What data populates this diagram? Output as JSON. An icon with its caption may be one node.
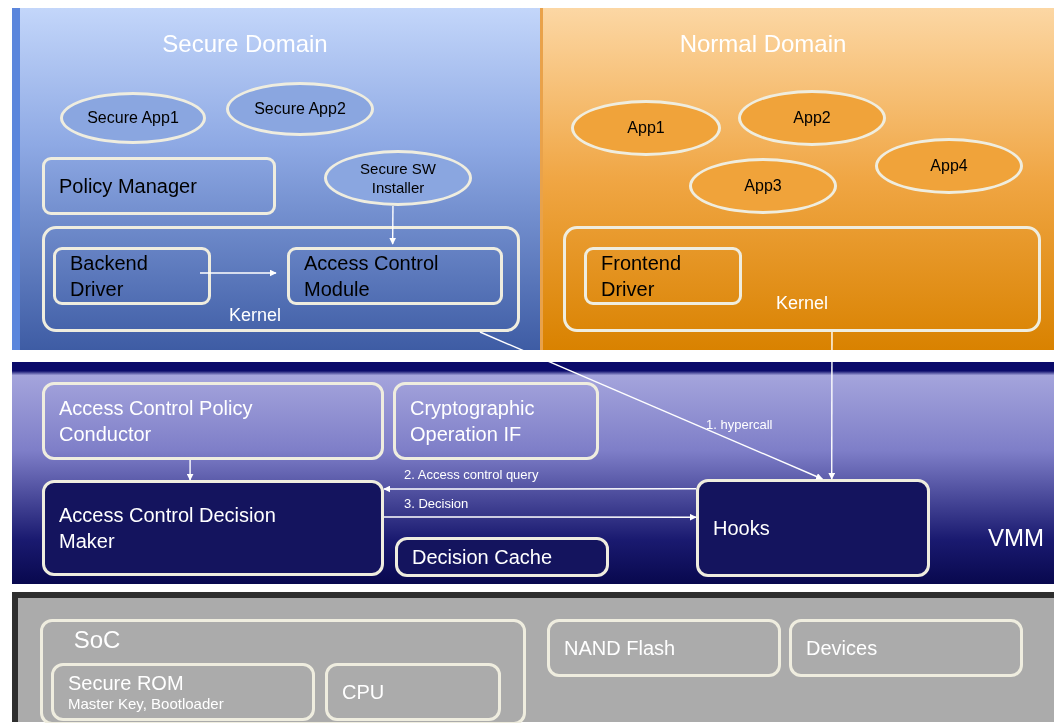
{
  "diagram": {
    "nodes": [
      {
        "text": [
          "Secure Domain"
        ]
      },
      {
        "text": [
          "Secure App1"
        ],
        "in": 0
      },
      {
        "text": [
          "Secure App2"
        ],
        "in": 0
      },
      {
        "text": [
          "Policy Manager"
        ],
        "in": 0
      },
      {
        "text": [
          "Secure SW Installer"
        ],
        "in": 0
      },
      {
        "text": [
          "Kernel"
        ],
        "in": 0
      },
      {
        "text": [
          "Backend Driver"
        ],
        "in": 5
      },
      {
        "text": [
          "Access Control Module"
        ],
        "in": 5
      },
      {
        "text": [
          "Normal Domain"
        ]
      },
      {
        "text": [
          "App1"
        ],
        "in": 8
      },
      {
        "text": [
          "App2"
        ],
        "in": 8
      },
      {
        "text": [
          "App3"
        ],
        "in": 8
      },
      {
        "text": [
          "App4"
        ],
        "in": 8
      },
      {
        "text": [
          "Kernel"
        ],
        "in": 8
      },
      {
        "text": [
          "Frontend Driver"
        ],
        "in": 13
      },
      {
        "text": [
          "VMM"
        ]
      },
      {
        "text": [
          "Access Control Policy Conductor"
        ],
        "in": 15
      },
      {
        "text": [
          "Cryptographic Operation IF"
        ],
        "in": 15
      },
      {
        "text": [
          "Access Control Decision Maker"
        ],
        "in": 15
      },
      {
        "text": [
          "Hooks"
        ],
        "in": 15
      },
      {
        "text": [
          "Decision Cache"
        ],
        "in": 15
      },
      {
        "text": [],
        "shape": "box"
      },
      {
        "text": [
          "SoC"
        ],
        "in": 21
      },
      {
        "text": [
          "Secure ROM",
          "Master Key, Bootloader"
        ],
        "in": 22
      },
      {
        "text": [
          "CPU"
        ],
        "in": 22
      },
      {
        "text": [
          "NAND Flash"
        ],
        "in": 21
      },
      {
        "text": [
          "Devices"
        ],
        "in": 21
      }
    ],
    "edges": [
      {
        "from": 4,
        "to": 7,
        "arrow": "to"
      },
      {
        "from": 6,
        "to": 7,
        "arrow": "to"
      },
      {
        "from": 5,
        "to": 19,
        "arrow": "to",
        "label": "1. hypercall"
      },
      {
        "from": 13,
        "to": 19,
        "arrow": "to"
      },
      {
        "from": 19,
        "to": 18,
        "arrow": "to",
        "label": "2. Access control query"
      },
      {
        "from": 18,
        "to": 19,
        "arrow": "to",
        "label": "3. Decision"
      },
      {
        "from": 16,
        "to": 18,
        "arrow": "to"
      }
    ]
  }
}
